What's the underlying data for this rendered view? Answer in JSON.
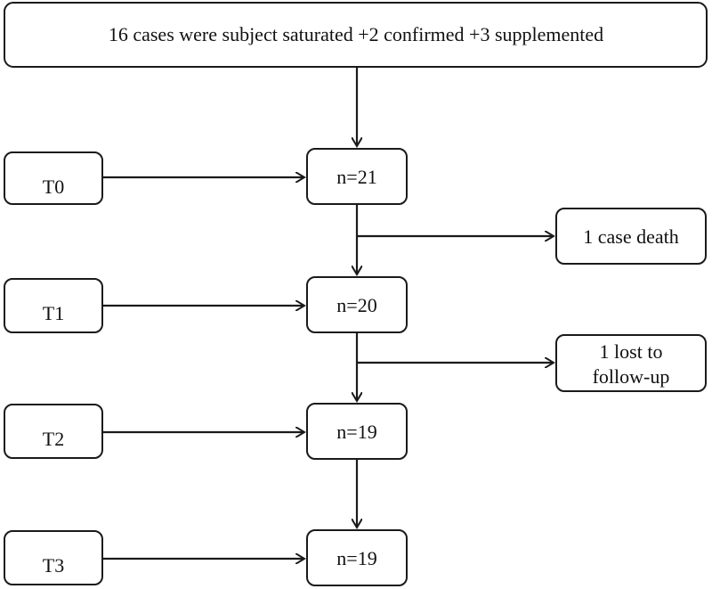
{
  "header": {
    "text": "16 cases were subject saturated +2 confirmed +3 supplemented"
  },
  "timepoints": [
    {
      "id": "t0",
      "label": "T0",
      "n_label": "n=21"
    },
    {
      "id": "t1",
      "label": "T1",
      "n_label": "n=20"
    },
    {
      "id": "t2",
      "label": "T2",
      "n_label": "n=19"
    },
    {
      "id": "t3",
      "label": "T3",
      "n_label": "n=19"
    }
  ],
  "exclusions": [
    {
      "id": "death",
      "lines": [
        "1 case death"
      ]
    },
    {
      "id": "lost",
      "lines": [
        "1 lost to",
        "follow-up"
      ]
    }
  ],
  "colors": {
    "stroke": "#1a1a1a",
    "fill": "#ffffff",
    "text": "#111111"
  }
}
